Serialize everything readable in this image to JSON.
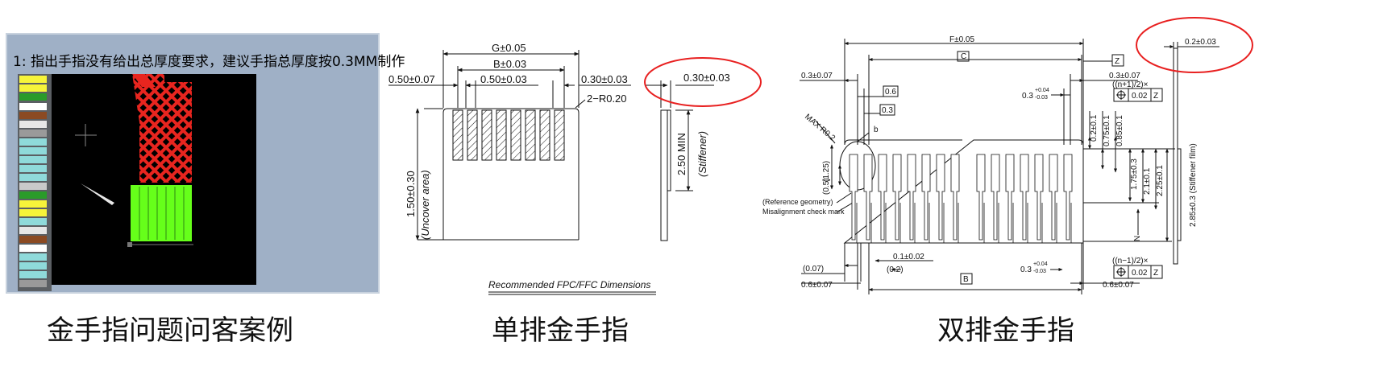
{
  "panel1": {
    "note": "1: 指出手指没有给出总厚度要求，建议手指总厚度按0.3MM制作",
    "caption": "金手指问题问客案例",
    "colors": {
      "frame": "#9fb0c6",
      "pcb": "#000000",
      "red": "#e8251f",
      "green": "#66ff1a",
      "yellow": "#f6f43a"
    }
  },
  "panel2": {
    "caption": "单排金手指",
    "labels": {
      "g": "G±0.05",
      "b": "B±0.03",
      "left_margin": "0.50±0.07",
      "pitch": "0.50±0.03",
      "right_margin": "0.30±0.03",
      "radius": "2−R0.20",
      "thickness": "0.30±0.03",
      "uncover_dim": "1.50±0.30",
      "uncover_note": "(Uncover area)",
      "stiffener_dim": "2.50 MIN",
      "stiffener_note": "(Stiffener)",
      "footer": "Recommended FPC/FFC Dimensions"
    }
  },
  "panel3": {
    "caption": "双排金手指",
    "labels": {
      "f": "F±0.05",
      "c": "C",
      "z": "Z",
      "b": "B",
      "n": "N",
      "thickness": "0.2±0.03",
      "left_top": "0.3±0.07",
      "right_top": "0.3±0.07",
      "dim_06": "0.6",
      "dim_03": "0.3",
      "max_r": "MAX R0.2",
      "b_small": "b",
      "dim_125": "(1.25)",
      "dim_05": "(0.5)",
      "pitch_top": "0.3",
      "tol_plus": "+0.04",
      "tol_minus": "-0.03",
      "n_plus_one": "((n+1)/2)×",
      "n_minus_one": "((n−1)/2)×",
      "pos_tol": "0.02",
      "dim_02": "0.2±0.1",
      "dim_075": "0.75±0.1",
      "dim_085": "0.85±0.1",
      "dim_175": "1.75±0.3",
      "dim_21": "2.1±0.1",
      "dim_225": "2.25±0.1",
      "dim_285": "2.85±0.3 (Stiffener film)",
      "ref_geo": "(Reference geometry)",
      "misalign": "Misalignment check mark",
      "dim_007": "(0.07)",
      "dim_01": "0.1±0.02",
      "dim_02p": "(0.2)",
      "pitch_bot": "0.3",
      "left_bot": "0.6±0.07",
      "right_bot": "0.6±0.07"
    }
  }
}
